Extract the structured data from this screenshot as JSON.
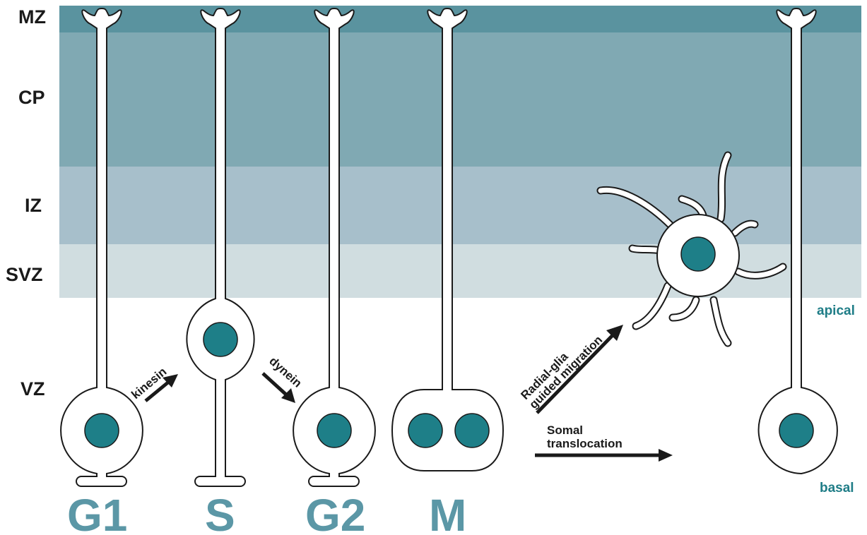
{
  "zones": {
    "mz": "MZ",
    "cp": "CP",
    "iz": "IZ",
    "svz": "SVZ",
    "vz": "VZ"
  },
  "sides": {
    "apical": "apical",
    "basal": "basal"
  },
  "phases": {
    "g1": "G1",
    "s": "S",
    "g2": "G2",
    "m": "M"
  },
  "arrows": {
    "kinesin": "kinesin",
    "dynein": "dynein",
    "radial_line1": "Radial-glia",
    "radial_line2": "guided migration",
    "somal_line1": "Somal",
    "somal_line2": "translocation"
  },
  "colors": {
    "mz_band": "#5a939f",
    "cp_band": "#80a9b3",
    "iz_band": "#a7bfcb",
    "svz_band": "#d0dde0",
    "nucleus": "#1e7f88",
    "phase_label": "#5b97a6",
    "side_label": "#1f7d87"
  }
}
